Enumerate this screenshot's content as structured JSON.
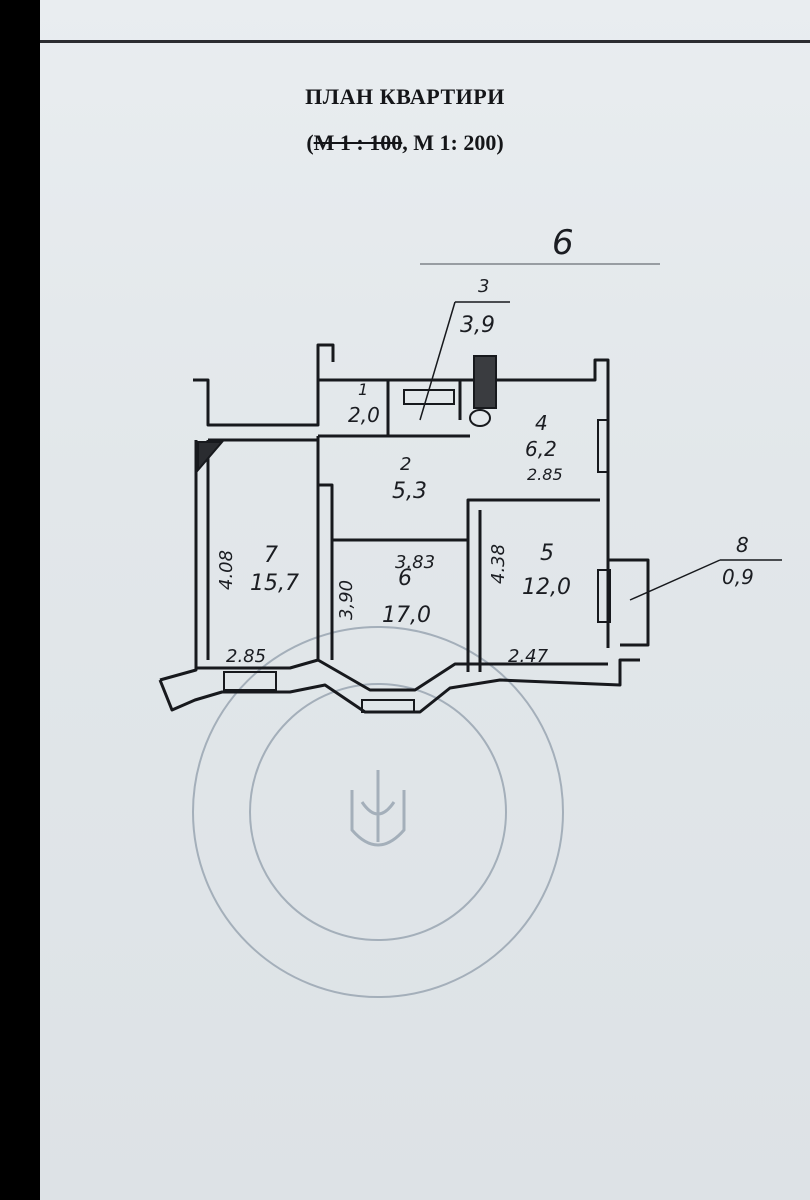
{
  "document": {
    "title": "ПЛАН КВАРТИРИ",
    "scale": {
      "open": "(",
      "struck": "М 1 : 100",
      "sep": ",   ",
      "active": "М 1: 200",
      "close": ")"
    }
  },
  "rooms": [
    {
      "no": "1",
      "area": "2,0"
    },
    {
      "no": "2",
      "area": "5,3"
    },
    {
      "no": "3",
      "area": "3,9"
    },
    {
      "no": "4",
      "area": "6,2"
    },
    {
      "no": "5",
      "area": "12,0"
    },
    {
      "no": "6",
      "area": "17,0"
    },
    {
      "no": "7",
      "area": "15,7"
    },
    {
      "no": "8",
      "area": "0,9"
    }
  ],
  "dimensions": {
    "d1": "4.08",
    "d2": "2.85",
    "d3": "3,90",
    "d4": "3.83",
    "d5": "4.38",
    "d6": "2.85",
    "d7": "2.47"
  },
  "handwriting": {
    "number_mark": "6"
  },
  "colors": {
    "paper": "#e4e8eb",
    "ink": "#1b1d22",
    "stamp": "#9aa5b0",
    "background": "#000000"
  }
}
